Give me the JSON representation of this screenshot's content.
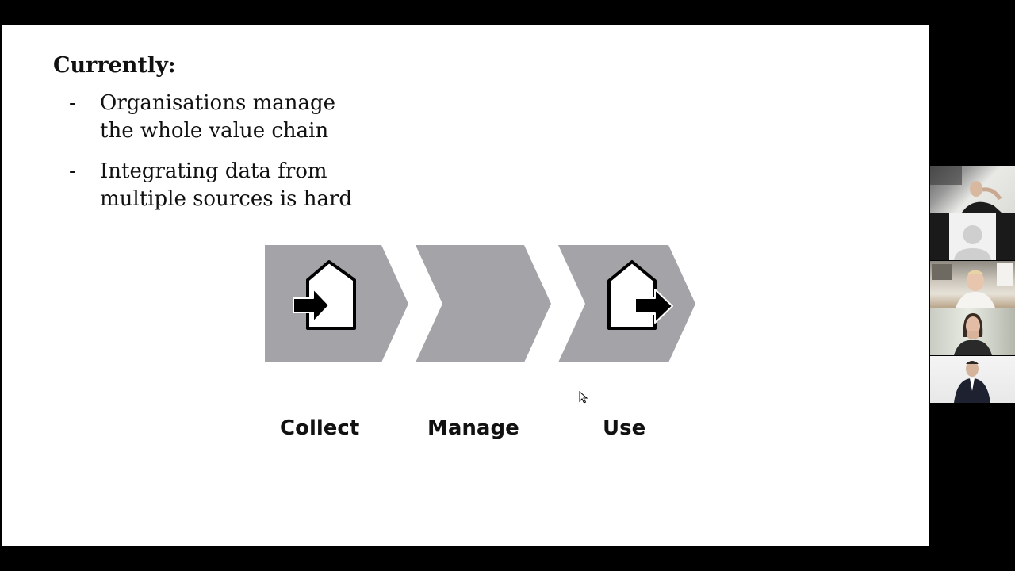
{
  "slide": {
    "heading": "Currently:",
    "bullets": [
      {
        "marker": "-",
        "text": "Organisations manage the whole value chain"
      },
      {
        "marker": "-",
        "text": "Integrating data from multiple sources is hard"
      }
    ],
    "stages": [
      {
        "label": "Collect",
        "icon": "house-enter-icon"
      },
      {
        "label": "Manage",
        "icon": ""
      },
      {
        "label": "Use",
        "icon": "house-exit-icon"
      }
    ],
    "chevron_color": "#a3a3a8"
  },
  "video_gallery": {
    "participants": [
      {
        "tile": "participant-1",
        "status": "video"
      },
      {
        "tile": "participant-2",
        "status": "camera-off-avatar"
      },
      {
        "tile": "participant-3",
        "status": "video"
      },
      {
        "tile": "participant-4",
        "status": "video"
      },
      {
        "tile": "participant-5",
        "status": "video"
      }
    ]
  }
}
